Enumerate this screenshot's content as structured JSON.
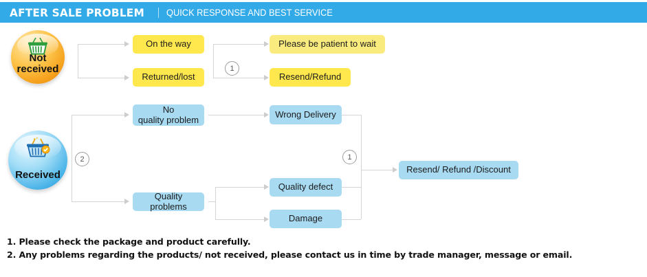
{
  "header": {
    "title": "AFTER SALE PROBLEM",
    "divider": "|",
    "subtitle": "QUICK RESPONSE AND BEST SERVICE",
    "background_color": "#33aae8",
    "text_color": "#ffffff"
  },
  "badges": [
    {
      "id": "not-received",
      "label": "Not received",
      "icon": "shopping-basket-icon",
      "color": "#f5a11d"
    },
    {
      "id": "received",
      "label": "Received",
      "icon": "shopping-basket-icon",
      "color": "#4bb4e8"
    }
  ],
  "flow_not_received": {
    "stage1": [
      {
        "label": "On the way",
        "color": "#ffe84d"
      },
      {
        "label": "Returned/lost",
        "color": "#ffe84d"
      }
    ],
    "marker": "1",
    "stage2": [
      {
        "label": "Please be patient to wait",
        "color": "#faeb7f"
      },
      {
        "label": "Resend/Refund",
        "color": "#ffe84d"
      }
    ]
  },
  "flow_received": {
    "marker_branch": "2",
    "stage1": [
      {
        "label": "No\nquality problem",
        "line1": "No",
        "line2": "quality problem",
        "color": "#a8daf2"
      },
      {
        "label": "Quality problems",
        "color": "#a8daf2"
      }
    ],
    "stage2": [
      {
        "label": "Wrong Delivery",
        "color": "#a8daf2"
      },
      {
        "label": "Quality defect",
        "color": "#a8daf2"
      },
      {
        "label": "Damage",
        "color": "#a8daf2"
      }
    ],
    "marker_merge": "1",
    "stage3": {
      "label": "Resend/ Refund /Discount",
      "color": "#a8daf2"
    }
  },
  "notes": [
    "1. Please check the package and product carefully.",
    "2. Any problems regarding the products/ not received, please contact us in time by trade manager, message or email."
  ]
}
